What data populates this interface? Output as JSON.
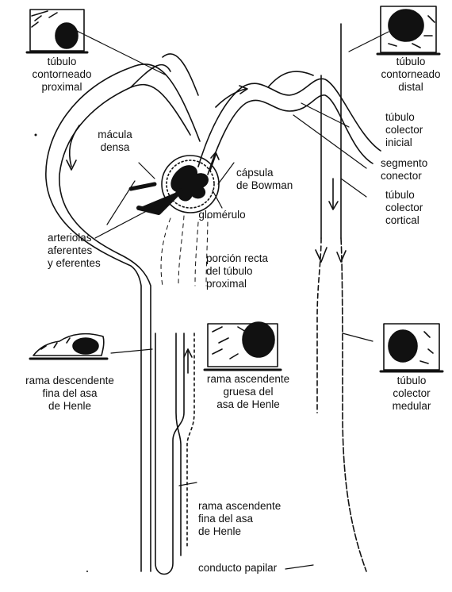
{
  "labels": {
    "proximal": "túbulo\ncontorneado\nproximal",
    "distal": "túbulo\ncontorneado\ndistal",
    "macula": "mácula\ndensa",
    "capsula": "cápsula\nde Bowman",
    "glomerulo": "glomérulo",
    "colector_inicial": "túbulo\ncolector\ninicial",
    "segmento": "segmento\nconector",
    "colector_cortical": "túbulo\ncolector\ncortical",
    "arteriolas": "arteriolas\naferentes\ny eferentes",
    "porcion_recta": "porción recta\ndel túbulo\nproximal",
    "rama_desc": "rama descendente\nfina del asa\nde Henle",
    "rama_asc_gruesa": "rama ascendente\ngruesa del\nasa de Henle",
    "colector_medular": "túbulo\ncolector\nmedular",
    "rama_asc_fina": "rama ascendente\nfina del asa\nde Henle",
    "conducto": "conducto papilar"
  },
  "colors": {
    "ink": "#111111",
    "background": "#ffffff"
  },
  "icons": [
    "proximal-cell-icon",
    "distal-cell-icon",
    "descending-cell-icon",
    "thick-ascending-cell-icon",
    "medullary-cell-icon",
    "glomerulus-icon",
    "flow-arrow-icon"
  ]
}
